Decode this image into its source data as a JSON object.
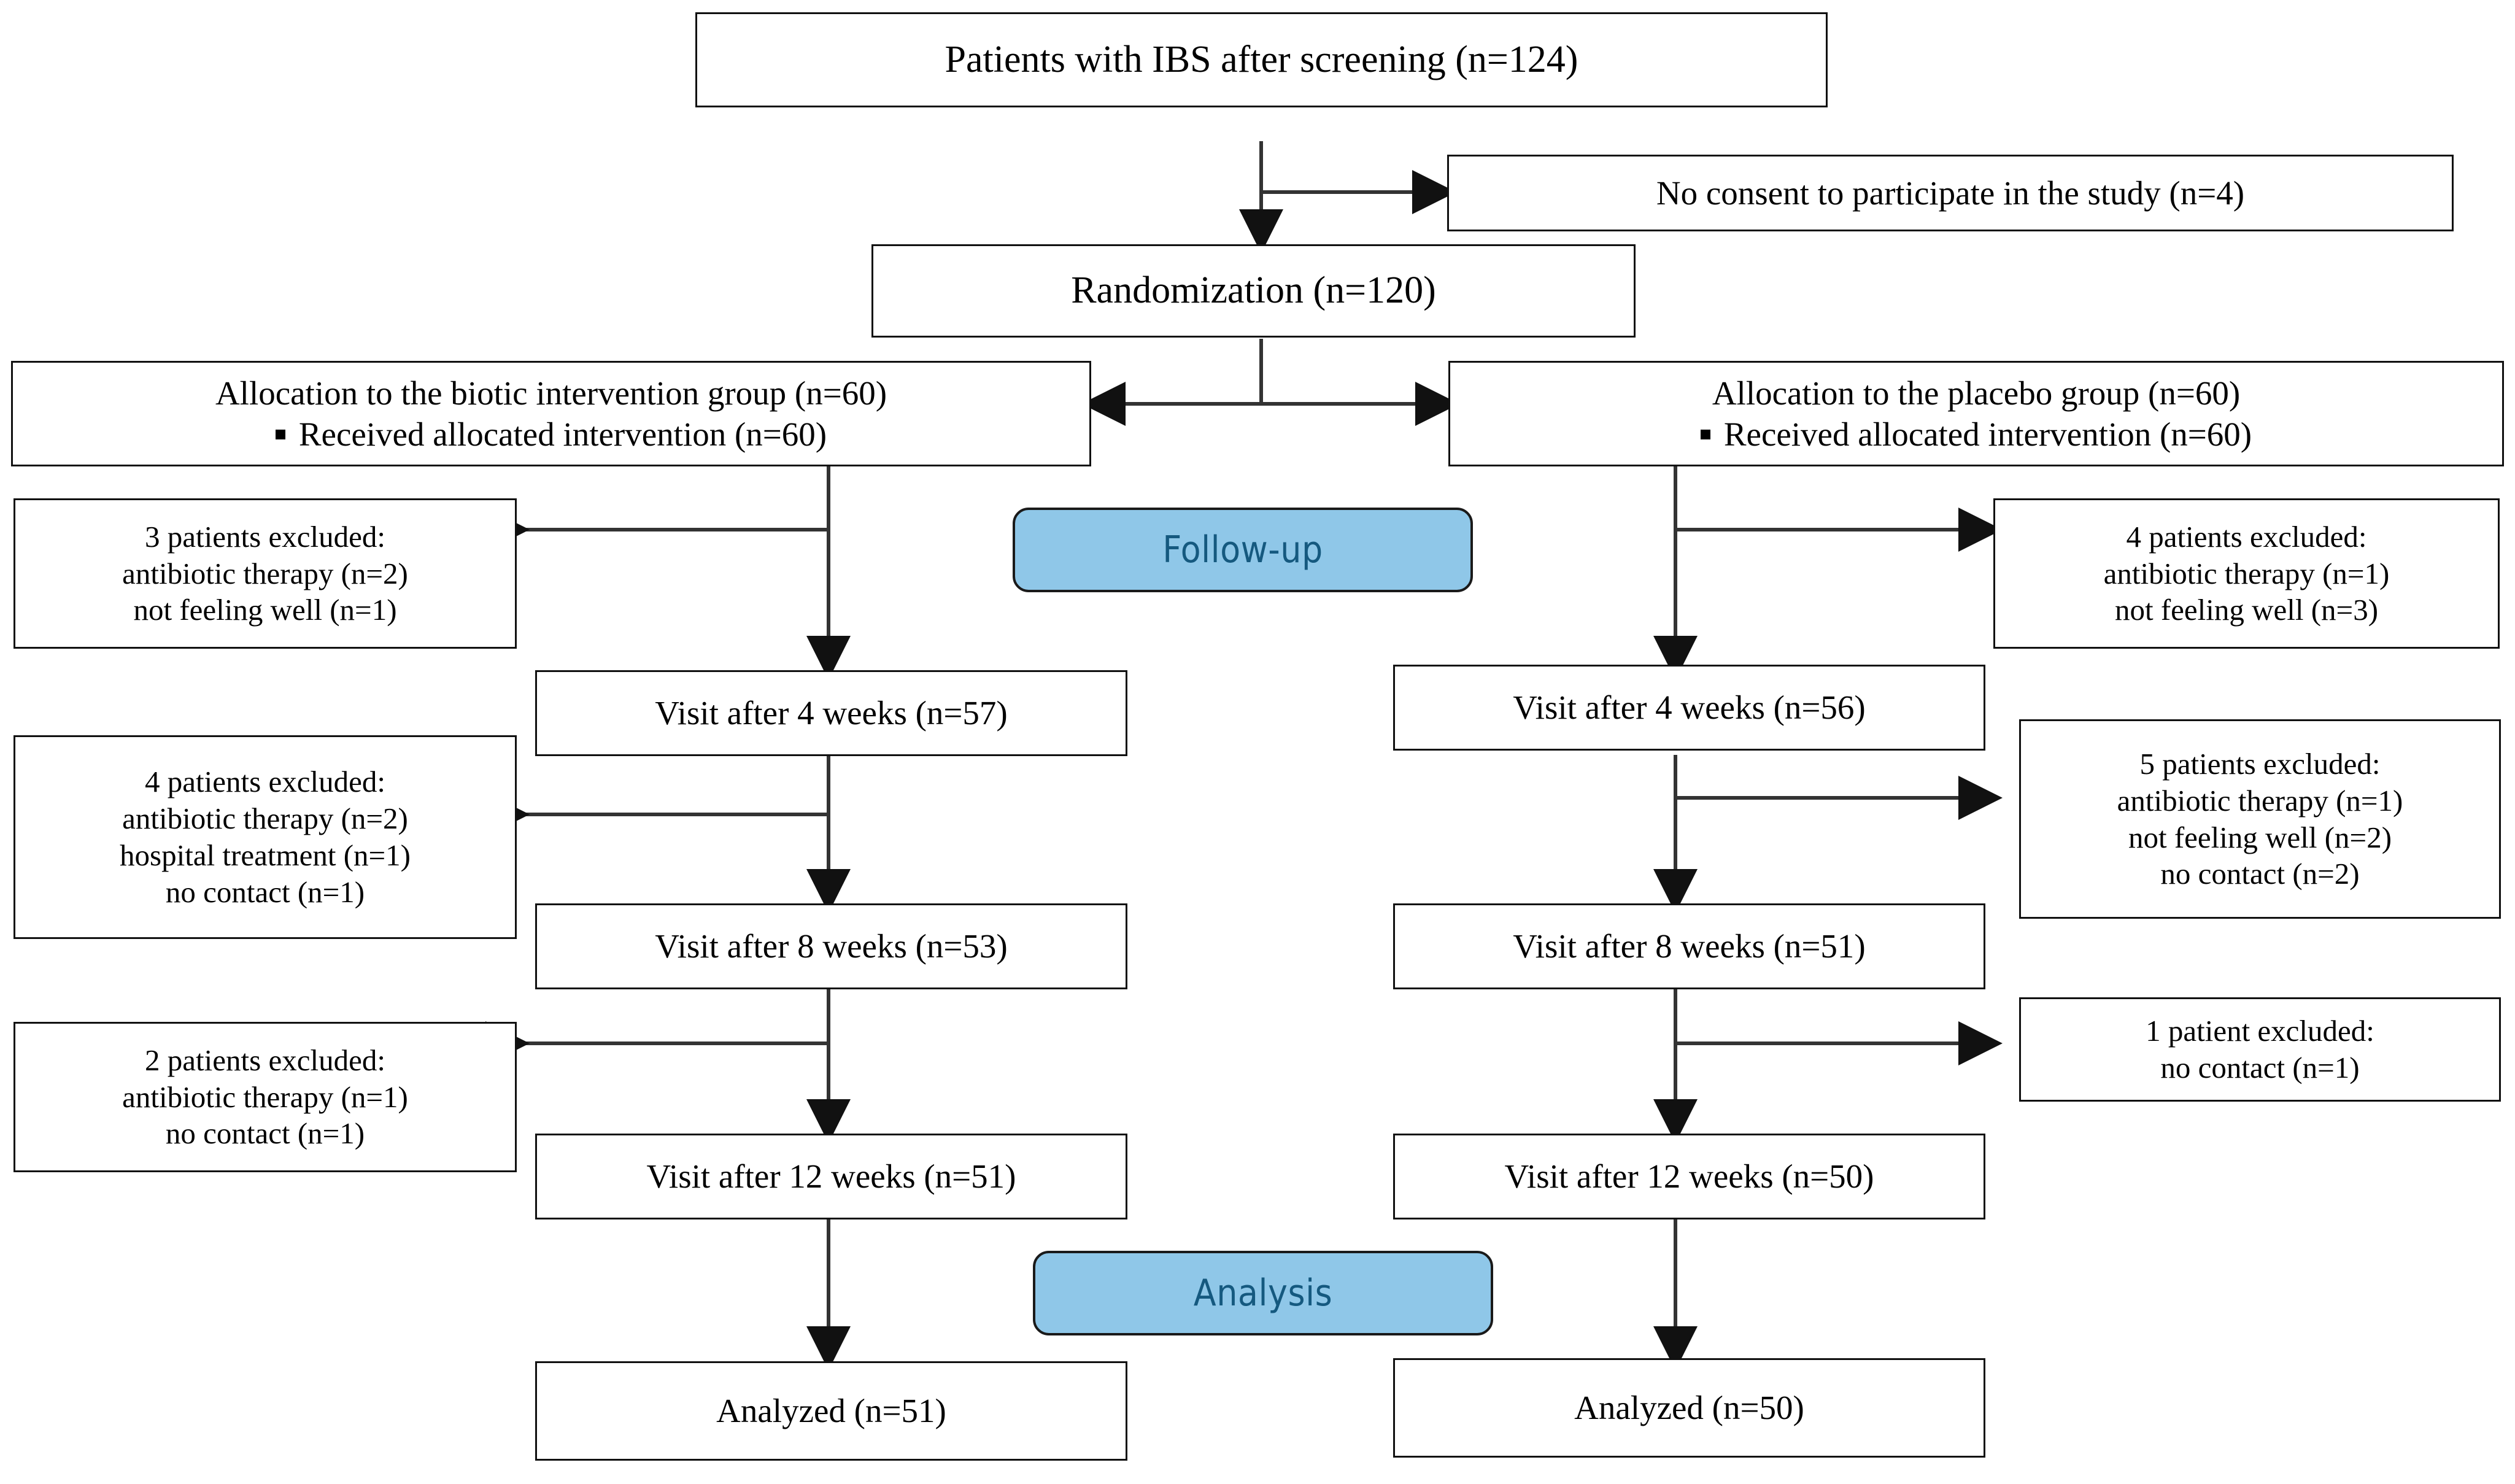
{
  "diagram": {
    "title": "CONSORT participant flow diagram",
    "accent_color": "#8FC7E8",
    "badge_text_color": "#15597f",
    "box_border_color": "#111111",
    "background_color": "#ffffff"
  },
  "enrollment": {
    "screened": "Patients with IBS after screening  (n=124)",
    "no_consent": "No consent to participate in the study (n=4)",
    "randomization": "Randomization (n=120)"
  },
  "stages": {
    "follow_up": "Follow-up",
    "analysis": "Analysis"
  },
  "arms": {
    "intervention": {
      "allocation_title": "Allocation to the biotic intervention group (n=60)",
      "allocation_bullet": "Received allocated intervention (n=60)",
      "exclusions": [
        {
          "header": "3 patients excluded:",
          "reasons": [
            "antibiotic therapy (n=2)",
            "not feeling well (n=1)"
          ]
        },
        {
          "header": "4 patients excluded:",
          "reasons": [
            "antibiotic therapy (n=2)",
            "hospital treatment (n=1)",
            "no contact (n=1)"
          ]
        },
        {
          "header": "2 patients excluded:",
          "reasons": [
            "antibiotic therapy (n=1)",
            "no contact (n=1)"
          ]
        }
      ],
      "visits": [
        "Visit after 4 weeks (n=57)",
        "Visit after 8 weeks (n=53)",
        "Visit after 12 weeks (n=51)"
      ],
      "analyzed": "Analyzed (n=51)"
    },
    "placebo": {
      "allocation_title": "Allocation to the placebo group (n=60)",
      "allocation_bullet": "Received allocated intervention (n=60)",
      "exclusions": [
        {
          "header": "4 patients excluded:",
          "reasons": [
            "antibiotic therapy (n=1)",
            "not feeling well (n=3)"
          ]
        },
        {
          "header": "5 patients excluded:",
          "reasons": [
            "antibiotic therapy (n=1)",
            "not feeling well (n=2)",
            "no contact (n=2)"
          ]
        },
        {
          "header": "1 patient excluded:",
          "reasons": [
            "no contact (n=1)"
          ]
        }
      ],
      "visits": [
        "Visit after 4 weeks (n=56)",
        "Visit after 8 weeks (n=51)",
        "Visit after 12 weeks (n=50)"
      ],
      "analyzed": "Analyzed (n=50)"
    }
  },
  "chart_data": {
    "type": "diagram",
    "title": "CONSORT flow of participants through the trial",
    "nodes": [
      {
        "id": "screened",
        "label": "Patients with IBS after screening  (n=124)",
        "n": 124
      },
      {
        "id": "no_consent",
        "label": "No consent to participate in the study (n=4)",
        "n": 4
      },
      {
        "id": "randomization",
        "label": "Randomization (n=120)",
        "n": 120
      },
      {
        "id": "alloc_biotic",
        "label": "Allocation to the biotic intervention group (n=60)",
        "n": 60
      },
      {
        "id": "alloc_placebo",
        "label": "Allocation to the placebo group (n=60)",
        "n": 60
      },
      {
        "id": "biotic_excl_1",
        "label": "3 patients excluded",
        "n": 3
      },
      {
        "id": "biotic_v4",
        "label": "Visit after 4 weeks (n=57)",
        "n": 57
      },
      {
        "id": "biotic_excl_2",
        "label": "4 patients excluded",
        "n": 4
      },
      {
        "id": "biotic_v8",
        "label": "Visit after 8 weeks (n=53)",
        "n": 53
      },
      {
        "id": "biotic_excl_3",
        "label": "2 patients excluded",
        "n": 2
      },
      {
        "id": "biotic_v12",
        "label": "Visit after 12 weeks (n=51)",
        "n": 51
      },
      {
        "id": "biotic_analyzed",
        "label": "Analyzed (n=51)",
        "n": 51
      },
      {
        "id": "placebo_excl_1",
        "label": "4 patients excluded",
        "n": 4
      },
      {
        "id": "placebo_v4",
        "label": "Visit after 4 weeks (n=56)",
        "n": 56
      },
      {
        "id": "placebo_excl_2",
        "label": "5 patients excluded",
        "n": 5
      },
      {
        "id": "placebo_v8",
        "label": "Visit after 8 weeks (n=51)",
        "n": 51
      },
      {
        "id": "placebo_excl_3",
        "label": "1 patient excluded",
        "n": 1
      },
      {
        "id": "placebo_v12",
        "label": "Visit after 12 weeks (n=50)",
        "n": 50
      },
      {
        "id": "placebo_analyzed",
        "label": "Analyzed (n=50)",
        "n": 50
      }
    ]
  }
}
